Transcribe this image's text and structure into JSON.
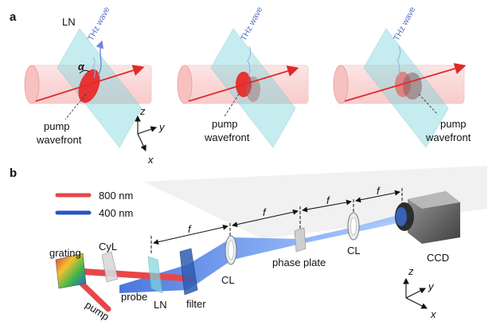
{
  "panel_a": {
    "letter": "a",
    "crystal_label": "LN",
    "wave_label": "THz wave",
    "angle_label": "α",
    "pump_label_line1": "pump",
    "pump_label_line2": "wavefront",
    "axis_z": "z",
    "axis_y": "y",
    "axis_x": "x"
  },
  "panel_b": {
    "letter": "b",
    "legend": [
      {
        "label": "800 nm",
        "color": "#e8464a"
      },
      {
        "label": "400 nm",
        "color": "#2a55c8"
      }
    ],
    "labels": {
      "grating": "grating",
      "cyl": "CyL",
      "pump": "pump",
      "probe": "probe",
      "ln": "LN",
      "filter": "filter",
      "cl1": "CL",
      "phase_plate": "phase plate",
      "cl2": "CL",
      "ccd": "CCD"
    },
    "focal_label": "f",
    "axis_z": "z",
    "axis_y": "y",
    "axis_x": "x"
  },
  "colors": {
    "beam_red": "#e8464a",
    "beam_pink": "#f6b3b3",
    "beam_blue": "#3d78e6",
    "crystal": "#7fd6dc",
    "thz": "#6f86d9"
  }
}
